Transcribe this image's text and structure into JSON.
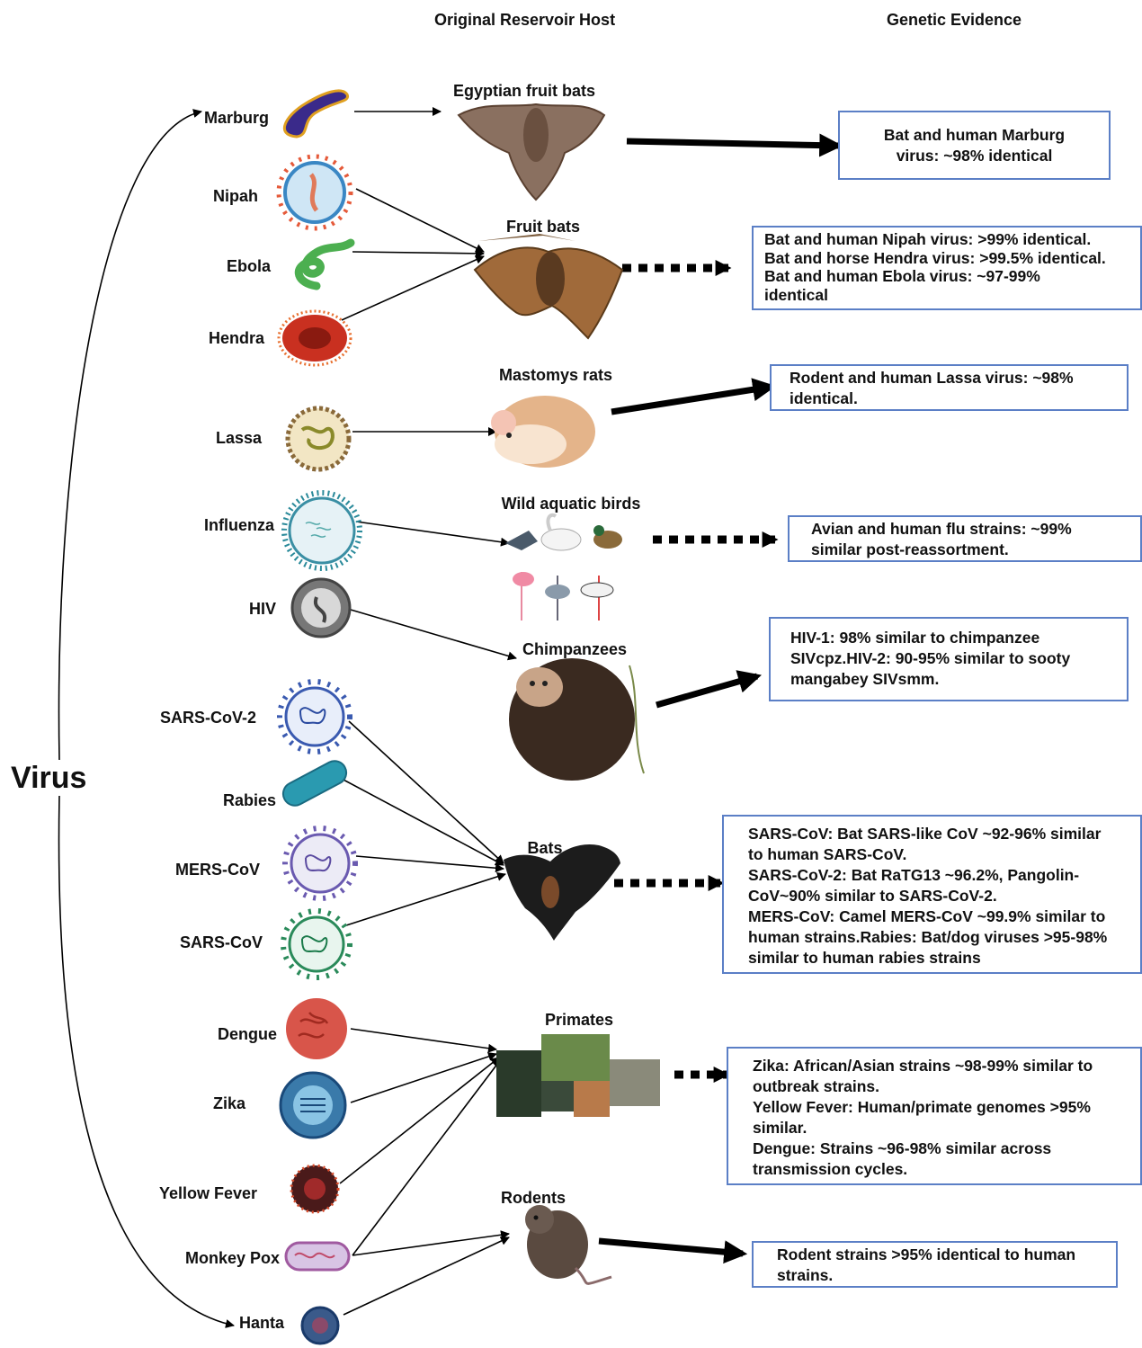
{
  "headers": {
    "host": "Original Reservoir Host",
    "evidence": "Genetic Evidence"
  },
  "root_label": "Virus",
  "viruses": {
    "marburg": "Marburg",
    "nipah": "Nipah",
    "ebola": "Ebola",
    "hendra": "Hendra",
    "lassa": "Lassa",
    "influenza": "Influenza",
    "hiv": "HIV",
    "sarscov2": "SARS-CoV-2",
    "rabies": "Rabies",
    "merscov": "MERS-CoV",
    "sarscov": "SARS-CoV",
    "dengue": "Dengue",
    "zika": "Zika",
    "yellowfever": "Yellow Fever",
    "monkeypox": "Monkey Pox",
    "hanta": "Hanta"
  },
  "hosts": {
    "egyptian": "Egyptian fruit bats",
    "fruitbats": "Fruit bats",
    "mastomys": "Mastomys rats",
    "birds": "Wild aquatic birds",
    "chimps": "Chimpanzees",
    "bats": "Bats",
    "primates": "Primates",
    "rodents": "Rodents"
  },
  "evidence": {
    "marburg": [
      "Bat and human Marburg",
      "virus: ~98% identical"
    ],
    "fruitbats": [
      "Bat and human Nipah virus: >99% identical.",
      "Bat and horse Hendra virus: >99.5% identical.",
      "Bat and human Ebola virus: ~97-99%",
      "identical"
    ],
    "lassa": [
      "Rodent and human Lassa virus: ~98%",
      "identical."
    ],
    "birds": [
      "Avian and human flu strains: ~99%",
      "similar post-reassortment."
    ],
    "hiv": [
      "HIV-1: 98% similar to chimpanzee",
      "SIVcpz.HIV-2: 90-95% similar to sooty",
      "mangabey SIVsmm."
    ],
    "bats": [
      "SARS-CoV: Bat SARS-like CoV ~92-96% similar",
      "to human SARS-CoV.",
      "SARS-CoV-2: Bat RaTG13 ~96.2%, Pangolin-",
      "CoV~90% similar to SARS-CoV-2.",
      "MERS-CoV: Camel MERS-CoV ~99.9% similar to",
      "human strains.Rabies: Bat/dog viruses >95-98%",
      "similar to human rabies strains"
    ],
    "primates": [
      "Zika: African/Asian strains ~98-99% similar to",
      "outbreak strains.",
      "Yellow Fever: Human/primate genomes >95%",
      "similar.",
      "Dengue: Strains ~96-98% similar across",
      "transmission cycles."
    ],
    "rodents": [
      "Rodent strains >95% identical to human",
      "strains."
    ]
  },
  "colors": {
    "box_border": "#5b7fc6",
    "arrow": "#000000"
  }
}
